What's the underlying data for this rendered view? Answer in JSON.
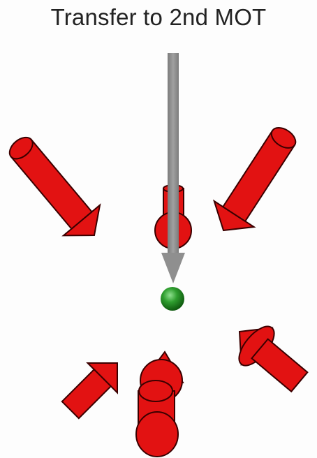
{
  "title": "Transfer to 2nd MOT",
  "colors": {
    "beam_fill": "#e21212",
    "beam_stroke": "#3a0000",
    "transfer_arrow": "#8f8f8f",
    "atom_cloud": "#1f8a1f"
  },
  "elements": {
    "mot_beams": [
      "beam-upper-left",
      "beam-upper-center",
      "beam-upper-right",
      "beam-lower-left",
      "beam-lower-center",
      "beam-lower-right"
    ],
    "transfer_arrow": "transfer-arrow",
    "atom_cloud": "atom-cloud"
  }
}
